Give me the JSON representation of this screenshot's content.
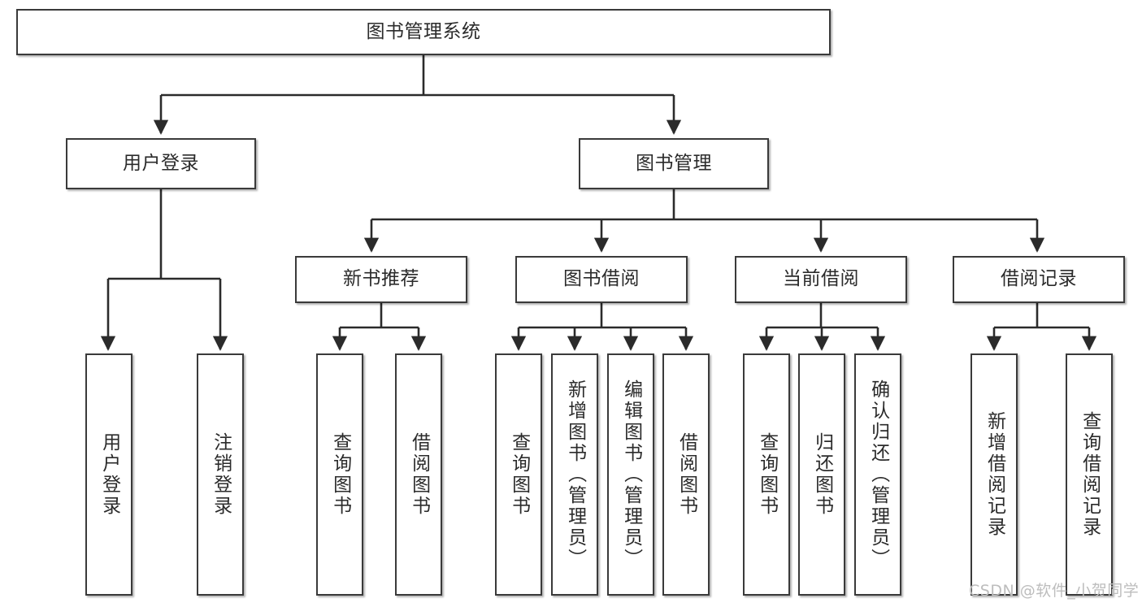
{
  "diagram": {
    "title": "图书管理系统",
    "type": "hierarchy-tree",
    "watermark": "CSDN @软件_小贺同学",
    "colors": {
      "box_border": "#3a3a3a",
      "box_fill": "#ffffff",
      "edge": "#2b2b2b",
      "text": "#2b2b2b",
      "watermark": "#bdbdbd"
    },
    "nodes": {
      "root": {
        "label": "图书管理系统"
      },
      "level1": [
        {
          "label": "用户登录"
        },
        {
          "label": "图书管理"
        }
      ],
      "level2": [
        {
          "label": "新书推荐"
        },
        {
          "label": "图书借阅"
        },
        {
          "label": "当前借阅"
        },
        {
          "label": "借阅记录"
        }
      ],
      "leaves_user_login": [
        {
          "label": "用户登录"
        },
        {
          "label": "注销登录"
        }
      ],
      "leaves_new_book": [
        {
          "label": "查询图书"
        },
        {
          "label": "借阅图书"
        }
      ],
      "leaves_borrow": [
        {
          "label": "查询图书"
        },
        {
          "label": "新增图书（管理员）"
        },
        {
          "label": "编辑图书（管理员）"
        },
        {
          "label": "借阅图书"
        }
      ],
      "leaves_current": [
        {
          "label": "查询图书"
        },
        {
          "label": "归还图书"
        },
        {
          "label": "确认归还（管理员）"
        }
      ],
      "leaves_records": [
        {
          "label": "新增借阅记录"
        },
        {
          "label": "查询借阅记录"
        }
      ]
    }
  }
}
